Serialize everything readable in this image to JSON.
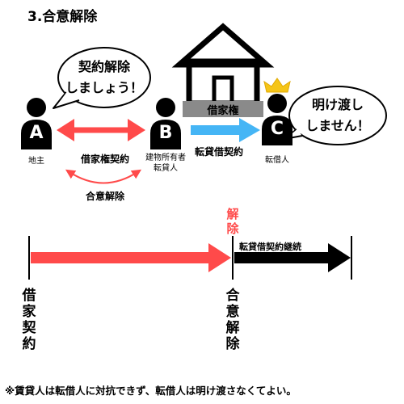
{
  "title": "3.合意解除",
  "parties": {
    "a": {
      "letter": "A",
      "role": "地主"
    },
    "b": {
      "letter": "B",
      "role_line1": "建物所有者",
      "role_line2": "転貸人"
    },
    "c": {
      "letter": "C",
      "role": "転借人"
    }
  },
  "bubbles": {
    "left": {
      "line1": "契約解除",
      "line2": "しましょう！"
    },
    "right": {
      "line1": "明け渡し",
      "line2": "しません！"
    }
  },
  "house_label": "借家権",
  "arrows": {
    "ab_contract": "借家権契約",
    "ab_mutual": "合意解除",
    "bc_contract": "転貸借契約"
  },
  "timeline": {
    "kaijo": [
      "解",
      "除"
    ],
    "continued": "転貸借契約継続",
    "start": [
      "借",
      "家",
      "契",
      "約"
    ],
    "mid": [
      "合",
      "意",
      "解",
      "除"
    ]
  },
  "note": "※賃貸人は転借人に対抗できず、転借人は明け渡さなくてよい。",
  "colors": {
    "red": "#ff4a4a",
    "blue": "#45b5f5",
    "gold": "#f5c518",
    "gray": "#8a8a8a"
  }
}
